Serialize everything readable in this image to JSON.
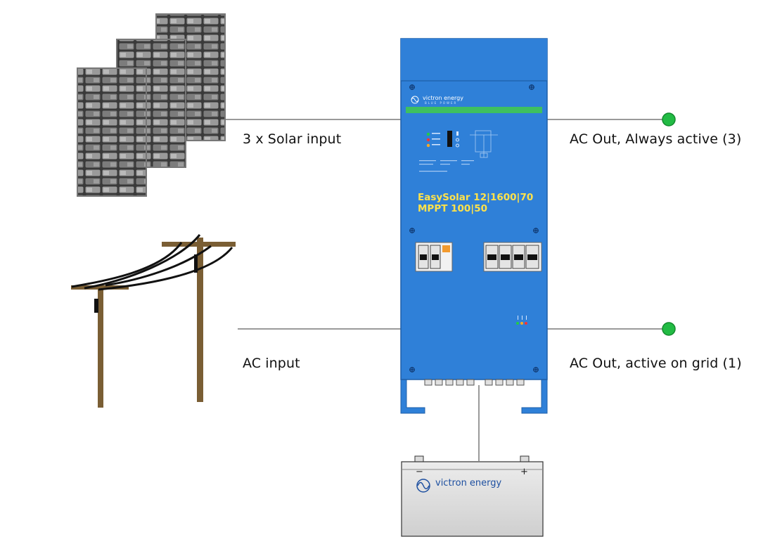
{
  "labels": {
    "solar_input": "3 x Solar input",
    "ac_input": "AC input",
    "ac_out_always": "AC Out, Always active (3)",
    "ac_out_grid": "AC Out, active on grid (1)"
  },
  "inverter": {
    "brand": "victron energy",
    "tagline": "BLUE POWER",
    "model": "EasySolar 12|1600|70",
    "mppt": "MPPT 100|50",
    "body_color": "#2f80d8",
    "stripe_color": "#3ec060",
    "text_color": "#ffe24a"
  },
  "battery": {
    "brand": "victron energy",
    "minus": "−",
    "plus": "+"
  },
  "colors": {
    "connection_line": "#9a9a9a",
    "output_node": "#22bb44",
    "pole_wood": "#7a5e34"
  }
}
